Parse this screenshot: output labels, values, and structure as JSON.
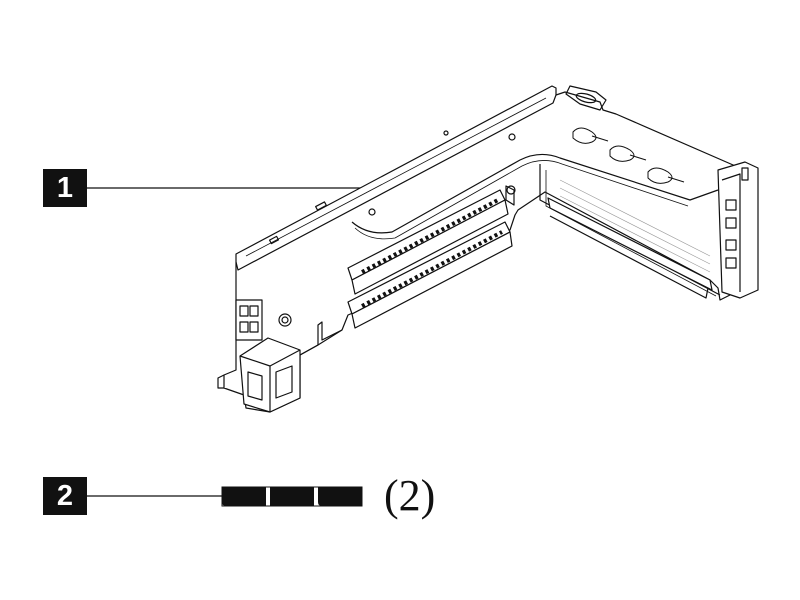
{
  "callouts": [
    {
      "number": "1"
    },
    {
      "number": "2"
    }
  ],
  "part_2_quantity": "(2)",
  "colors": {
    "line": "#111111",
    "background": "#ffffff"
  }
}
